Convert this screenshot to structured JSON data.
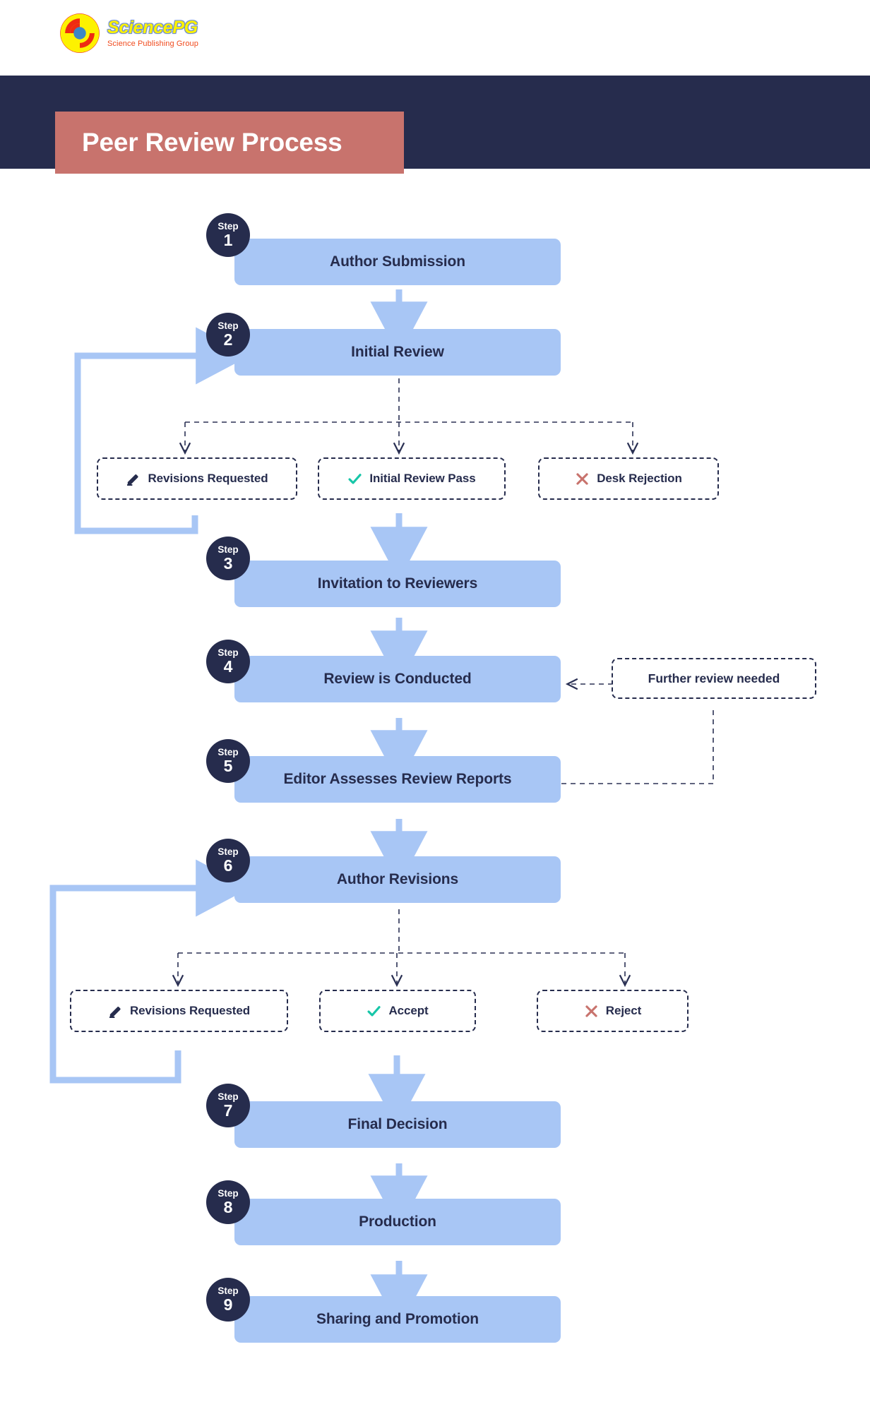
{
  "brand": {
    "name": "SciencePG",
    "tagline": "Science Publishing Group",
    "logo_icon": "sciencepg-circular-logo",
    "colors": {
      "yellow": "#fdf200",
      "red": "#f04b1e",
      "blue": "#3d86c6"
    }
  },
  "header": {
    "title": "Peer Review Process",
    "band_color": "#262c4d",
    "chip_color": "#c8736d"
  },
  "theme": {
    "step_box": "#a8c6f5",
    "badge": "#262c4d",
    "text_dark": "#262c4d",
    "accept_green": "#17c6a8",
    "reject_red": "#c8736d",
    "arrow_blue": "#a8c6f5",
    "dashed_line": "#2b3154"
  },
  "badge_word": "Step",
  "steps": [
    {
      "num": "1",
      "label": "Author Submission"
    },
    {
      "num": "2",
      "label": "Initial Review"
    },
    {
      "num": "3",
      "label": "Invitation to Reviewers"
    },
    {
      "num": "4",
      "label": "Review is Conducted"
    },
    {
      "num": "5",
      "label": "Editor Assesses Review Reports"
    },
    {
      "num": "6",
      "label": "Author Revisions"
    },
    {
      "num": "7",
      "label": "Final Decision"
    },
    {
      "num": "8",
      "label": "Production"
    },
    {
      "num": "9",
      "label": "Sharing and Promotion"
    }
  ],
  "decision_row_1": [
    {
      "label": "Revisions Requested",
      "icon": "pencil-icon"
    },
    {
      "label": "Initial Review Pass",
      "icon": "check-icon"
    },
    {
      "label": "Desk Rejection",
      "icon": "cross-icon"
    }
  ],
  "decision_row_2": [
    {
      "label": "Revisions Requested",
      "icon": "pencil-icon"
    },
    {
      "label": "Accept",
      "icon": "check-icon"
    },
    {
      "label": "Reject",
      "icon": "cross-icon"
    }
  ],
  "side_note": {
    "label": "Further review needed"
  },
  "chart_data": {
    "type": "flowchart",
    "title": "Peer Review Process",
    "nodes": [
      {
        "id": "s1",
        "kind": "step",
        "step": 1,
        "label": "Author Submission"
      },
      {
        "id": "s2",
        "kind": "step",
        "step": 2,
        "label": "Initial Review"
      },
      {
        "id": "d1a",
        "kind": "outcome",
        "label": "Revisions Requested",
        "icon": "pencil-icon"
      },
      {
        "id": "d1b",
        "kind": "outcome",
        "label": "Initial Review Pass",
        "icon": "check-icon"
      },
      {
        "id": "d1c",
        "kind": "outcome",
        "label": "Desk Rejection",
        "icon": "cross-icon"
      },
      {
        "id": "s3",
        "kind": "step",
        "step": 3,
        "label": "Invitation to Reviewers"
      },
      {
        "id": "s4",
        "kind": "step",
        "step": 4,
        "label": "Review is Conducted"
      },
      {
        "id": "n1",
        "kind": "note",
        "label": "Further review needed"
      },
      {
        "id": "s5",
        "kind": "step",
        "step": 5,
        "label": "Editor Assesses Review Reports"
      },
      {
        "id": "s6",
        "kind": "step",
        "step": 6,
        "label": "Author Revisions"
      },
      {
        "id": "d2a",
        "kind": "outcome",
        "label": "Revisions Requested",
        "icon": "pencil-icon"
      },
      {
        "id": "d2b",
        "kind": "outcome",
        "label": "Accept",
        "icon": "check-icon"
      },
      {
        "id": "d2c",
        "kind": "outcome",
        "label": "Reject",
        "icon": "cross-icon"
      },
      {
        "id": "s7",
        "kind": "step",
        "step": 7,
        "label": "Final Decision"
      },
      {
        "id": "s8",
        "kind": "step",
        "step": 8,
        "label": "Production"
      },
      {
        "id": "s9",
        "kind": "step",
        "step": 9,
        "label": "Sharing and Promotion"
      }
    ],
    "edges": [
      {
        "from": "s1",
        "to": "s2",
        "style": "solid-arrow"
      },
      {
        "from": "s2",
        "to": "d1a",
        "style": "dashed-arrow"
      },
      {
        "from": "s2",
        "to": "d1b",
        "style": "dashed-arrow"
      },
      {
        "from": "s2",
        "to": "d1c",
        "style": "dashed-arrow"
      },
      {
        "from": "d1a",
        "to": "s2",
        "style": "solid-loopback"
      },
      {
        "from": "d1b",
        "to": "s3",
        "style": "solid-arrow"
      },
      {
        "from": "s3",
        "to": "s4",
        "style": "solid-arrow"
      },
      {
        "from": "n1",
        "to": "s4",
        "style": "dashed-arrow"
      },
      {
        "from": "s5",
        "to": "n1",
        "style": "dashed"
      },
      {
        "from": "s4",
        "to": "s5",
        "style": "solid-arrow"
      },
      {
        "from": "s5",
        "to": "s6",
        "style": "solid-arrow"
      },
      {
        "from": "s6",
        "to": "d2a",
        "style": "dashed-arrow"
      },
      {
        "from": "s6",
        "to": "d2b",
        "style": "dashed-arrow"
      },
      {
        "from": "s6",
        "to": "d2c",
        "style": "dashed-arrow"
      },
      {
        "from": "d2a",
        "to": "s6",
        "style": "solid-loopback"
      },
      {
        "from": "d2b",
        "to": "s7",
        "style": "solid-arrow"
      },
      {
        "from": "s7",
        "to": "s8",
        "style": "solid-arrow"
      },
      {
        "from": "s8",
        "to": "s9",
        "style": "solid-arrow"
      }
    ]
  }
}
